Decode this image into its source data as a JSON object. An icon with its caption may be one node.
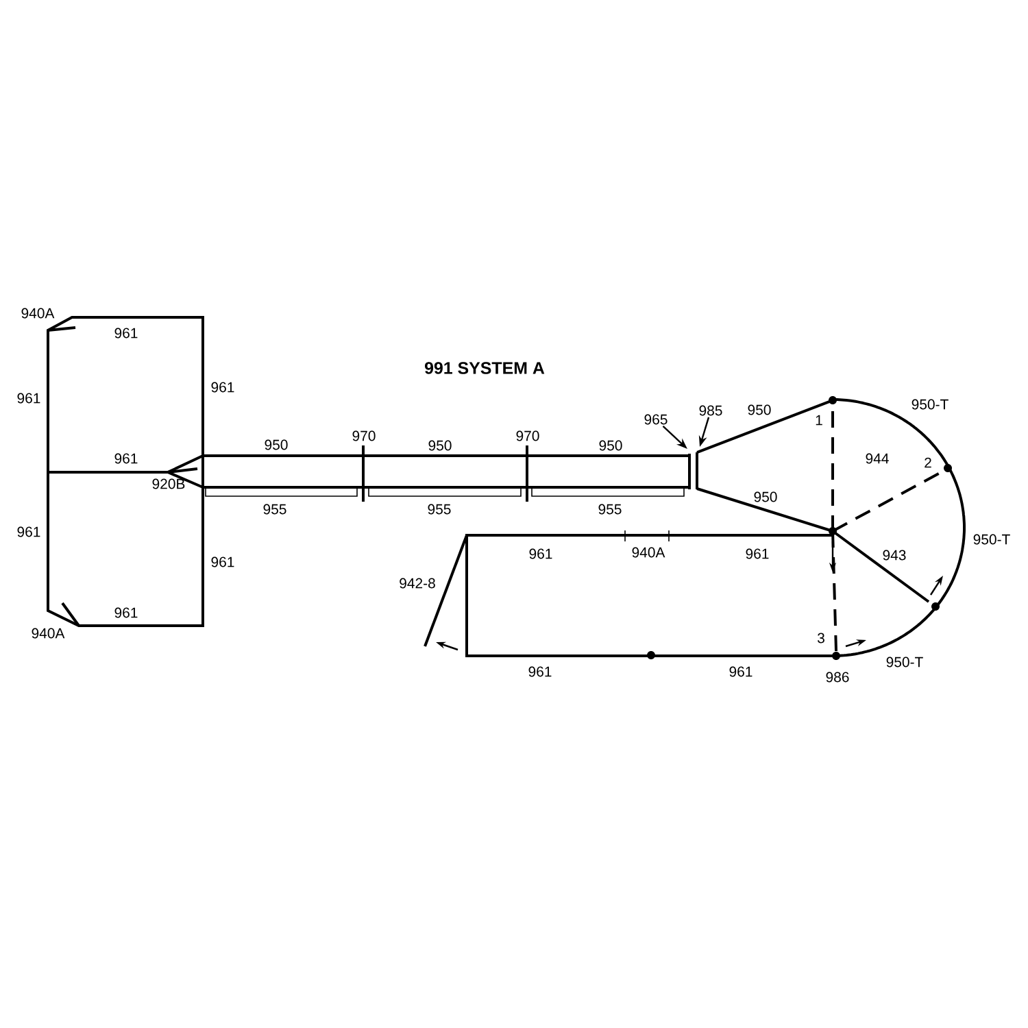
{
  "diagram": {
    "title": "991 SYSTEM A",
    "nodes": [
      {
        "text": [
          "965"
        ]
      },
      {
        "text": [
          "985"
        ]
      }
    ],
    "edges": [
      {
        "from": 0,
        "to": null,
        "arrow": "to"
      },
      {
        "from": 1,
        "to": null,
        "arrow": "to"
      }
    ],
    "labels": [
      "940A",
      "961",
      "961",
      "961",
      "950-T",
      "950",
      "1",
      "970",
      "970",
      "950",
      "950",
      "950",
      "961",
      "944",
      "2",
      "920B",
      "950",
      "955",
      "955",
      "955",
      "961",
      "950-T",
      "961",
      "940A",
      "961",
      "943",
      "961",
      "942-8",
      "961",
      "940A",
      "3",
      "950-T",
      "961",
      "961",
      "986"
    ]
  }
}
